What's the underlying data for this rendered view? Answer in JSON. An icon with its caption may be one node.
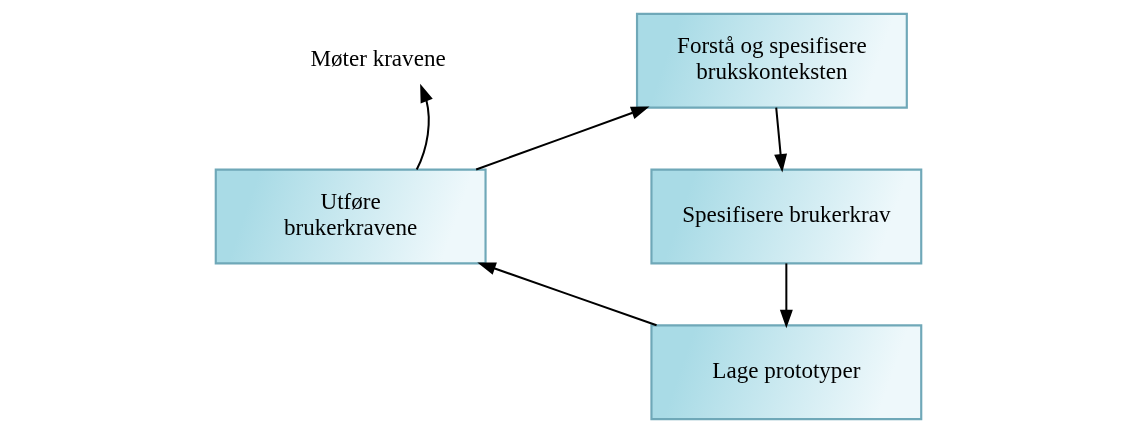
{
  "diagram": {
    "nodes": [
      {
        "text": [
          "Forstå og spesifisere brukskonteksten"
        ]
      },
      {
        "text": [
          "Spesifisere brukerkrav"
        ]
      },
      {
        "text": [
          "Lage prototyper"
        ]
      },
      {
        "text": [
          "Utføre brukerkravene"
        ]
      },
      {
        "text": [
          "Møter kravene"
        ]
      }
    ],
    "edges": [
      {
        "from": 3,
        "to": 0,
        "arrow": "to"
      },
      {
        "from": 0,
        "to": 1,
        "arrow": "to"
      },
      {
        "from": 1,
        "to": 2,
        "arrow": "to"
      },
      {
        "from": 2,
        "to": 3,
        "arrow": "to"
      },
      {
        "from": 3,
        "to": 4,
        "arrow": "to"
      }
    ]
  }
}
